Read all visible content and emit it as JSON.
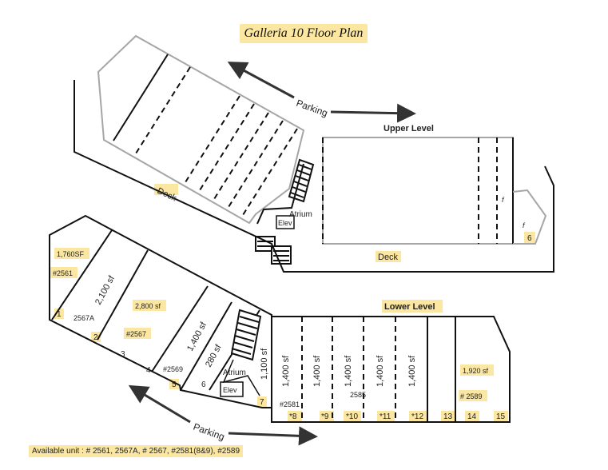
{
  "title": "Galleria 10 Floor Plan",
  "levels": {
    "upper": "Upper Level",
    "lower": "Lower Level"
  },
  "labels": {
    "parking_top": "Parking",
    "parking_bottom": "Parking",
    "deck_left": "Deck",
    "deck_right": "Deck",
    "atrium_upper": "Atrium",
    "elev_upper": "Elev",
    "atrium_lower": "Atrium",
    "elev_lower": "Elev",
    "upper_unit_6": "6",
    "f_mark_1": "f",
    "f_mark_2": "f"
  },
  "lower_units": {
    "sf_1760": "1,760SF",
    "id_2561": "#2561",
    "sf_2100": "2,100 sf",
    "id_2567A": "2567A",
    "sf_2800": "2,800 sf",
    "id_2567": "#2567",
    "sf_1400_a": "1,400 sf",
    "id_2569": "#2569",
    "sf_280": "280 sf",
    "sf_1100": "1,100 sf",
    "sf_1400_b": "1,400 sf",
    "sf_1400_c": "1,400 sf",
    "sf_1400_d": "1,400 sf",
    "sf_1400_e": "1,400 sf",
    "sf_1400_f": "1,400 sf",
    "id_2581": "#2581",
    "id_2585": "2585",
    "sf_1920": "1,920 sf",
    "id_2589": "# 2589"
  },
  "unit_numbers": {
    "n1": "1",
    "n2": "2",
    "n3": "3",
    "n4": "4",
    "n5": "5",
    "n6": "6",
    "n7": "7",
    "n8": "*8",
    "n9": "*9",
    "n10": "*10",
    "n11": "*11",
    "n12": "*12",
    "n13": "13",
    "n14": "14",
    "n15": "15"
  },
  "available_note": "Available unit : # 2561, 2567A, # 2567, #2581(8&9), #2589",
  "colors": {
    "highlight": "#fbe7a1",
    "building_outline": "#111111",
    "upper_left_outline": "#a6a6a6"
  }
}
